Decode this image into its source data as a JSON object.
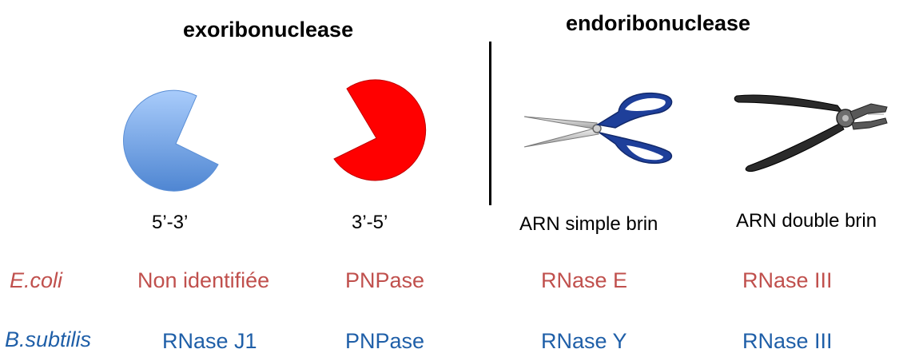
{
  "headers": {
    "exo": "exoribonuclease",
    "endo": "endoribonuclease"
  },
  "columns": [
    {
      "label": "5’-3’",
      "icon": "pacman-blue-icon"
    },
    {
      "label": "3’-5’",
      "icon": "pacman-red-icon"
    },
    {
      "label": "ARN simple brin",
      "icon": "scissors-icon"
    },
    {
      "label": "ARN double brin",
      "icon": "pliers-icon"
    }
  ],
  "rows": [
    {
      "organism": "E.coli",
      "color": "#c0504d",
      "enzymes": [
        "Non identifiée",
        "PNPase",
        "RNase E",
        "RNase III"
      ]
    },
    {
      "organism": "B.subtilis",
      "color": "#1f5fa8",
      "enzymes": [
        "RNase J1",
        "PNPase",
        "RNase Y",
        "RNase III"
      ]
    }
  ],
  "colors": {
    "blue_pacman": "#6a9fe0",
    "red_pacman": "#ff0000",
    "tool_handle": "#1e3f9a",
    "pliers_handle": "#2a2a2a"
  }
}
